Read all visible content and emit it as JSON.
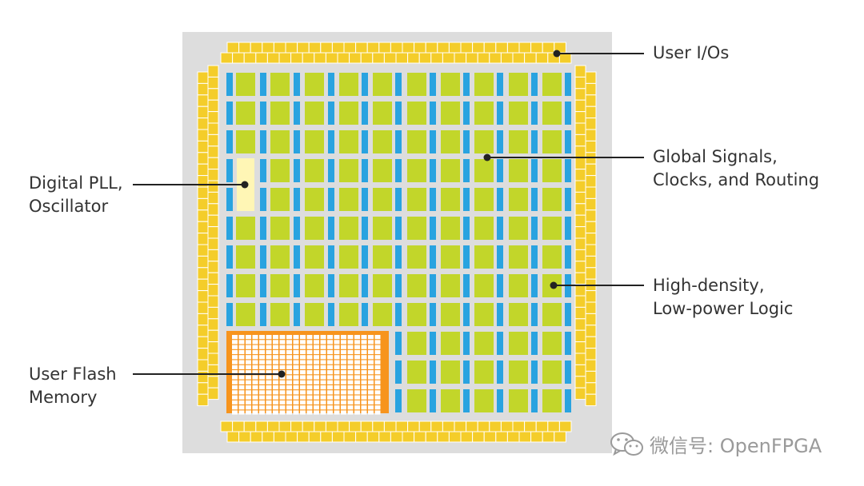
{
  "labels": {
    "user_ios": [
      "User I/Os"
    ],
    "global_signals": [
      "Global Signals,",
      "Clocks, and Routing"
    ],
    "digital_pll": [
      "Digital PLL,",
      "Oscillator"
    ],
    "high_density": [
      "High-density,",
      "Low-power Logic"
    ],
    "user_flash": [
      "User Flash",
      "Memory"
    ]
  },
  "watermark": {
    "text": "微信号: OpenFPGA",
    "icon": "wechat-icon"
  },
  "colors": {
    "chip_background": "#dddddd",
    "io_cell": "#f4cd2a",
    "io_cell_border": "#ffffff",
    "logic_block": "#c2d62a",
    "routing_channel": "#29a3e0",
    "pll_block": "#fff6b5",
    "flash_memory": "#f7941d",
    "leader_line": "#222222",
    "label_text": "#333333"
  }
}
